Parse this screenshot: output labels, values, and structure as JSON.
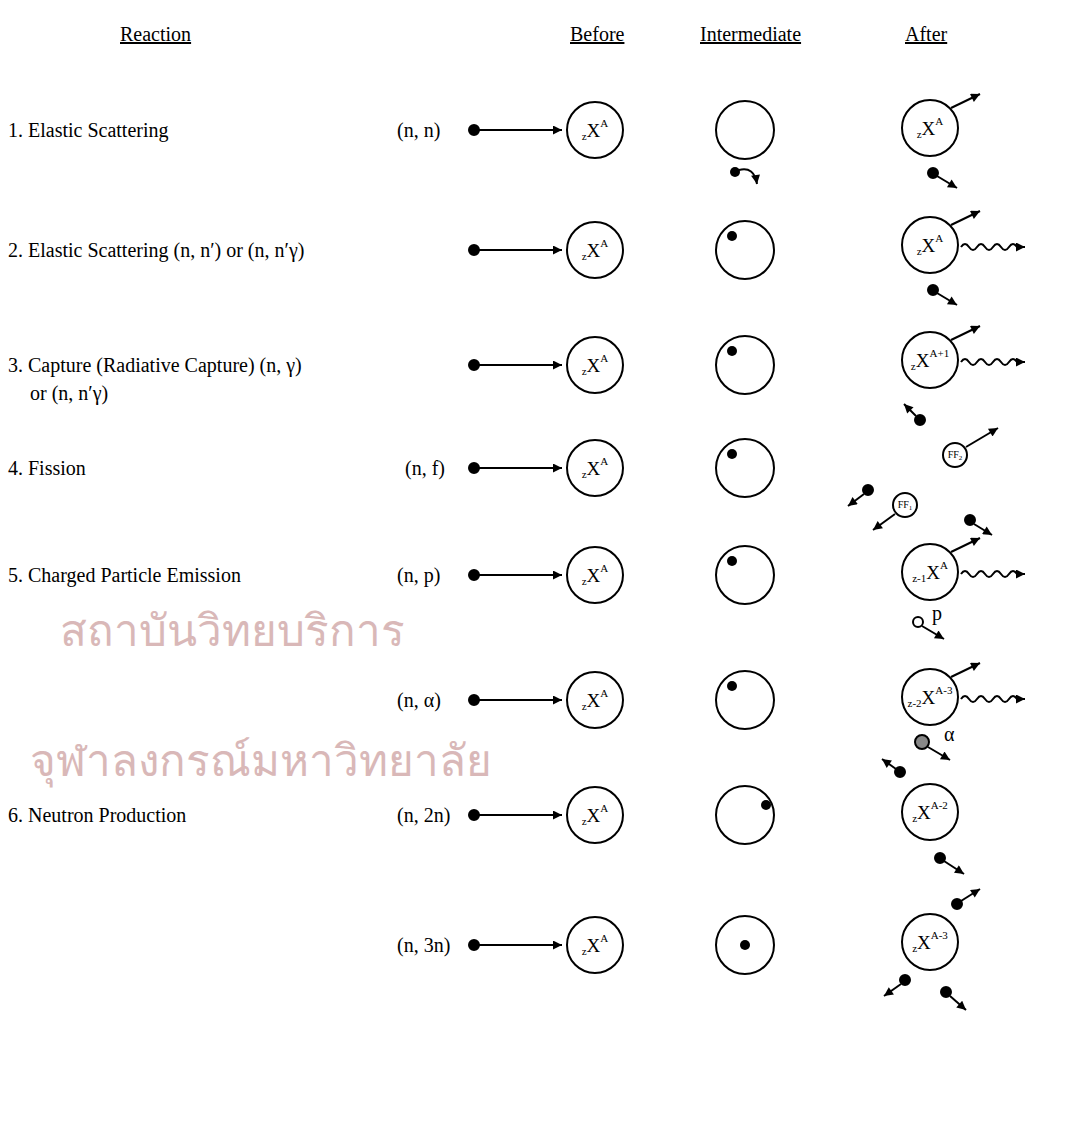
{
  "diagram": {
    "nodes": [
      {
        "text": [
          "z",
          "X",
          "A"
        ]
      },
      {
        "text": [
          "z",
          "X",
          "A"
        ]
      },
      {
        "text": [
          "z",
          "X",
          "A"
        ]
      },
      {
        "text": [
          "z",
          "X",
          "A"
        ]
      },
      {
        "text": [
          "z",
          "X",
          "A"
        ]
      },
      {
        "text": [
          "z",
          "X",
          "A+1"
        ]
      },
      {
        "text": [
          "z",
          "X",
          "A"
        ]
      },
      {
        "text": [
          "FF",
          "2"
        ]
      },
      {
        "text": [
          "FF",
          "1"
        ]
      },
      {
        "text": [
          "z",
          "X",
          "A"
        ]
      },
      {
        "text": [
          "z-1",
          "X",
          "A"
        ]
      },
      {
        "text": [
          "z",
          "X",
          "A"
        ]
      },
      {
        "text": [
          "z-2",
          "X",
          "A-3"
        ]
      },
      {
        "text": [
          "z",
          "X",
          "A"
        ]
      },
      {
        "text": [
          "z",
          "X",
          "A-2"
        ]
      },
      {
        "text": [
          "z",
          "X",
          "A"
        ]
      },
      {
        "text": [
          "z",
          "X",
          "A-3"
        ]
      }
    ],
    "labels": [
      "Reaction",
      "Before",
      "Intermediate",
      "After",
      "1. Elastic Scattering",
      "(n, n)",
      "2. Elastic Scattering (n, n′) or (n, n′γ)",
      "3. Capture (Radiative Capture) (n, γ)",
      "or (n, n′γ)",
      "4. Fission",
      "(n, f)",
      "5. Charged Particle Emission",
      "(n, p)",
      "p",
      "(n, α)",
      "α",
      "6. Neutron Production",
      "(n, 2n)",
      "(n, 3n)",
      "สถาบันวิทยบริการ",
      "จุฬาลงกรณ์มหาวิทยาลัย"
    ]
  }
}
